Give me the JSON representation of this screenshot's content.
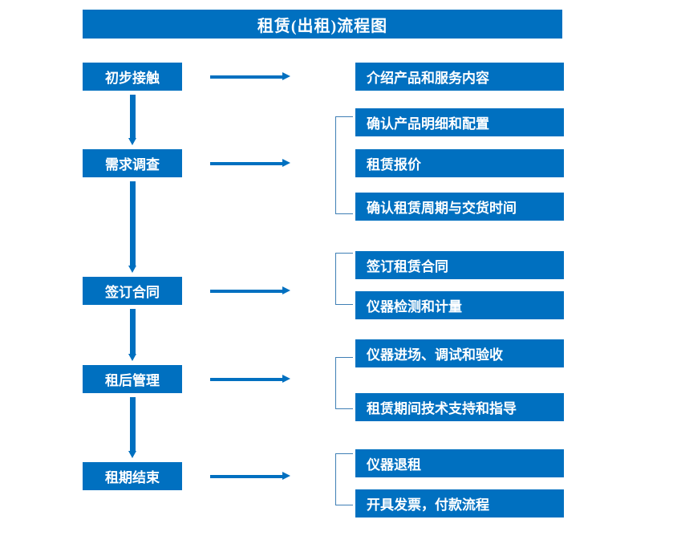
{
  "colors": {
    "brand": "#0070C0",
    "bracket": "#3f7fb5",
    "background": "#ffffff",
    "text_on_brand": "#ffffff"
  },
  "title": "租赁(出租)流程图",
  "stages": [
    {
      "label": "初步接触"
    },
    {
      "label": "需求调查"
    },
    {
      "label": "签订合同"
    },
    {
      "label": "租后管理"
    },
    {
      "label": "租期结束"
    }
  ],
  "details": [
    {
      "label": "介绍产品和服务内容"
    },
    {
      "label": "确认产品明细和配置"
    },
    {
      "label": "租赁报价"
    },
    {
      "label": "确认租赁周期与交货时间"
    },
    {
      "label": "签订租赁合同"
    },
    {
      "label": "仪器检测和计量"
    },
    {
      "label": "仪器进场、调试和验收"
    },
    {
      "label": "租赁期间技术支持和指导"
    },
    {
      "label": "仪器退租"
    },
    {
      "label": "开具发票，付款流程"
    }
  ],
  "connectors": {
    "vertical_arrow_icon": "arrow-down-icon",
    "horizontal_arrow_icon": "arrow-right-icon",
    "bracket_icon": "bracket-left-icon"
  },
  "chart_data": {
    "type": "diagram",
    "title": "租赁(出租)流程图",
    "orientation": "vertical-with-branches",
    "nodes": [
      {
        "id": "s1",
        "column": "stage",
        "label": "初步接触",
        "branches": [
          "介绍产品和服务内容"
        ]
      },
      {
        "id": "s2",
        "column": "stage",
        "label": "需求调查",
        "branches": [
          "确认产品明细和配置",
          "租赁报价",
          "确认租赁周期与交货时间"
        ]
      },
      {
        "id": "s3",
        "column": "stage",
        "label": "签订合同",
        "branches": [
          "签订租赁合同",
          "仪器检测和计量"
        ]
      },
      {
        "id": "s4",
        "column": "stage",
        "label": "租后管理",
        "branches": [
          "仪器进场、调试和验收",
          "租赁期间技术支持和指导"
        ]
      },
      {
        "id": "s5",
        "column": "stage",
        "label": "租期结束",
        "branches": [
          "仪器退租",
          "开具发票，付款流程"
        ]
      }
    ],
    "edges": [
      {
        "from": "s1",
        "to": "s2",
        "style": "arrow-down"
      },
      {
        "from": "s2",
        "to": "s3",
        "style": "arrow-down"
      },
      {
        "from": "s3",
        "to": "s4",
        "style": "arrow-down"
      },
      {
        "from": "s4",
        "to": "s5",
        "style": "arrow-down"
      }
    ]
  }
}
